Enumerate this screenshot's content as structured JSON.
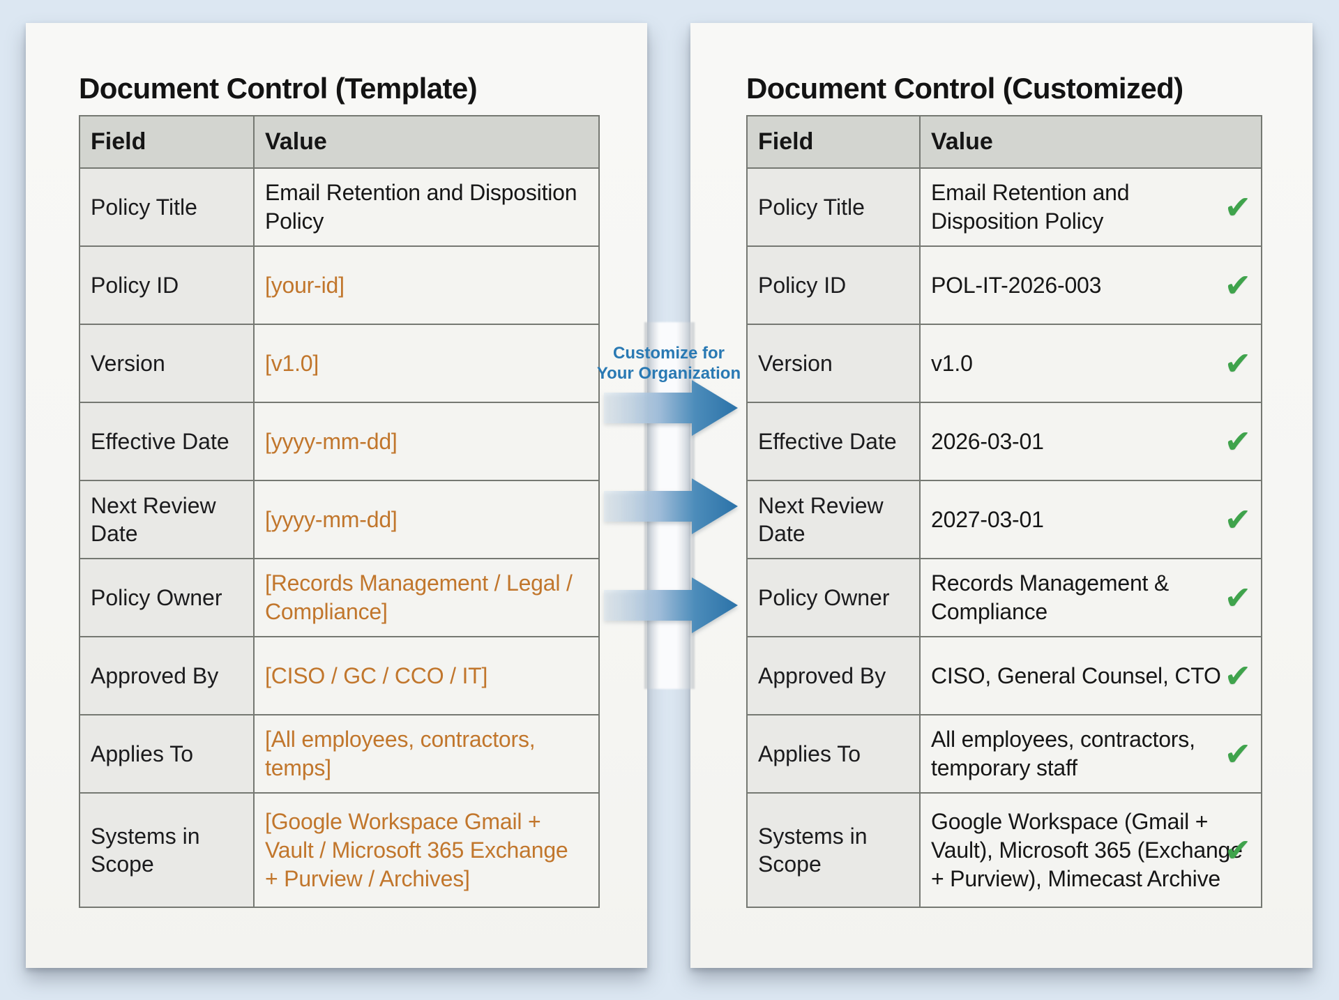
{
  "colors": {
    "background": "#dce7f2",
    "paper": "#f7f7f4",
    "table_header_bg": "#d3d5d0",
    "field_cell_bg": "#e9e9e6",
    "value_cell_bg": "#f4f4f1",
    "table_border": "#757872",
    "placeholder_orange": "#c1762c",
    "check_green": "#3fa34c",
    "accent_blue": "#2979b3",
    "arrow_blue": "#2b72a8"
  },
  "left_panel": {
    "title": "Document Control (Template)",
    "table": {
      "headers": [
        "Field",
        "Value"
      ],
      "rows": [
        {
          "field": "Policy Title",
          "value": "Email Retention and Disposition\nPolicy",
          "placeholder": false
        },
        {
          "field": "Policy ID",
          "value": "[your-id]",
          "placeholder": true
        },
        {
          "field": "Version",
          "value": "[v1.0]",
          "placeholder": true
        },
        {
          "field": "Effective Date",
          "value": "[yyyy-mm-dd]",
          "placeholder": true
        },
        {
          "field": "Next Review Date",
          "value": "[yyyy-mm-dd]",
          "placeholder": true
        },
        {
          "field": "Policy Owner",
          "value": "[Records Management / Legal /\nCompliance]",
          "placeholder": true
        },
        {
          "field": "Approved By",
          "value": "[CISO / GC / CCO / IT]",
          "placeholder": true
        },
        {
          "field": "Applies To",
          "value": "[All employees, contractors,\ntemps]",
          "placeholder": true
        },
        {
          "field": "Systems in Scope",
          "value": "[Google Workspace Gmail +\nVault / Microsoft 365 Exchange\n+ Purview / Archives]",
          "placeholder": true
        }
      ]
    }
  },
  "middle": {
    "label_line1": "Customize for",
    "label_line2": "Your Organization"
  },
  "right_panel": {
    "title": "Document Control (Customized)",
    "check_icon": "✔",
    "table": {
      "headers": [
        "Field",
        "Value"
      ],
      "rows": [
        {
          "field": "Policy Title",
          "value": "Email Retention and\nDisposition Policy",
          "checked": true
        },
        {
          "field": "Policy ID",
          "value": "POL-IT-2026-003",
          "checked": true
        },
        {
          "field": "Version",
          "value": "v1.0",
          "checked": true
        },
        {
          "field": "Effective Date",
          "value": "2026-03-01",
          "checked": true
        },
        {
          "field": "Next Review Date",
          "value": "2027-03-01",
          "checked": true
        },
        {
          "field": "Policy Owner",
          "value": "Records Management &\nCompliance",
          "checked": true
        },
        {
          "field": "Approved By",
          "value": "CISO, General Counsel, CTO",
          "checked": true
        },
        {
          "field": "Applies To",
          "value": "All employees, contractors,\ntemporary staff",
          "checked": true
        },
        {
          "field": "Systems in Scope",
          "value": "Google Workspace (Gmail +\nVault), Microsoft 365 (Exchange\n+ Purview), Mimecast Archive",
          "checked": true
        }
      ]
    }
  }
}
